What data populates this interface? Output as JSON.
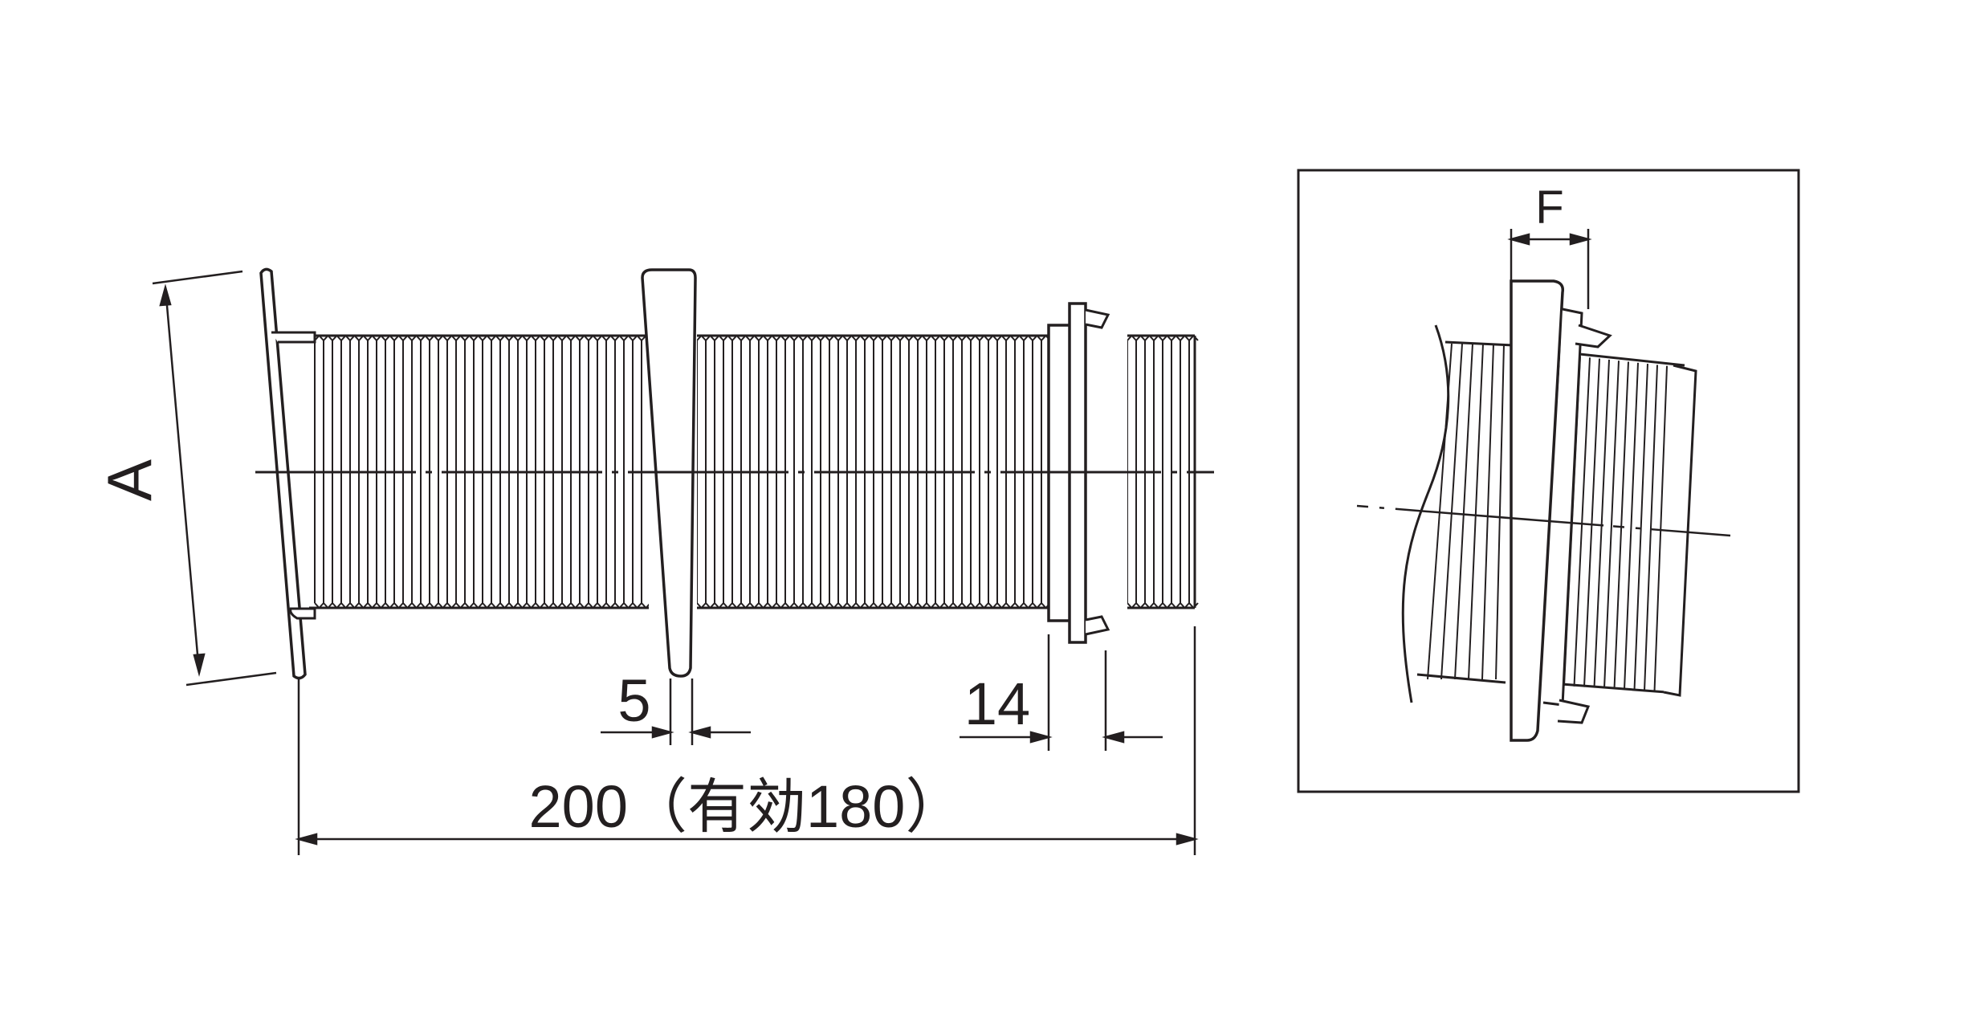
{
  "labels": {
    "dim_a": "A",
    "dim_5": "5",
    "dim_14": "14",
    "dim_total": "200（有効180）",
    "dim_f": "F"
  },
  "colors": {
    "stroke": "#231f20",
    "background": "#ffffff"
  }
}
